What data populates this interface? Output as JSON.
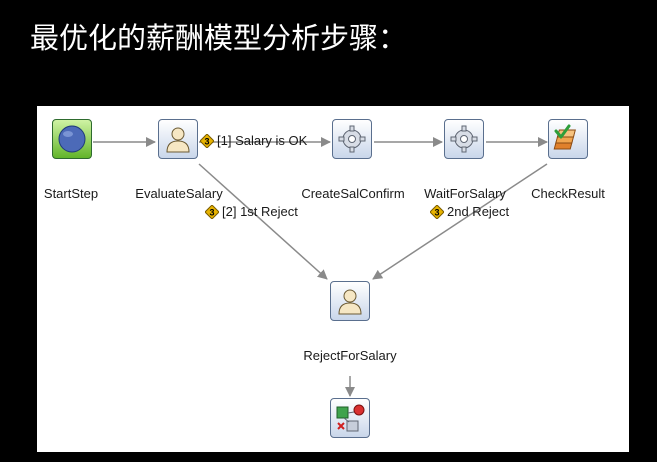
{
  "title": "最优化的薪酬模型分析步骤：",
  "colors": {
    "background": "#000000",
    "canvas": "#ffffff",
    "arrow": "#7a7a7a",
    "badge": "#e8b400"
  },
  "nodes": {
    "start": {
      "label": "StartStep",
      "icon": "start-circle-icon"
    },
    "evaluate": {
      "label": "EvaluateSalary",
      "icon": "person-icon"
    },
    "create_confirm": {
      "label": "CreateSalConfirm",
      "icon": "gear-icon"
    },
    "wait": {
      "label": "WaitForSalary",
      "icon": "gear-icon"
    },
    "check": {
      "label": "CheckResult",
      "icon": "check-stack-icon"
    },
    "reject": {
      "label": "RejectForSalary",
      "icon": "person-icon"
    },
    "end": {
      "label": "",
      "icon": "end-shapes-icon"
    }
  },
  "edges": {
    "salary_ok": "[1] Salary is OK",
    "first_reject": "[2] 1st Reject",
    "second_reject": "2nd Reject"
  },
  "badge_text": "3"
}
